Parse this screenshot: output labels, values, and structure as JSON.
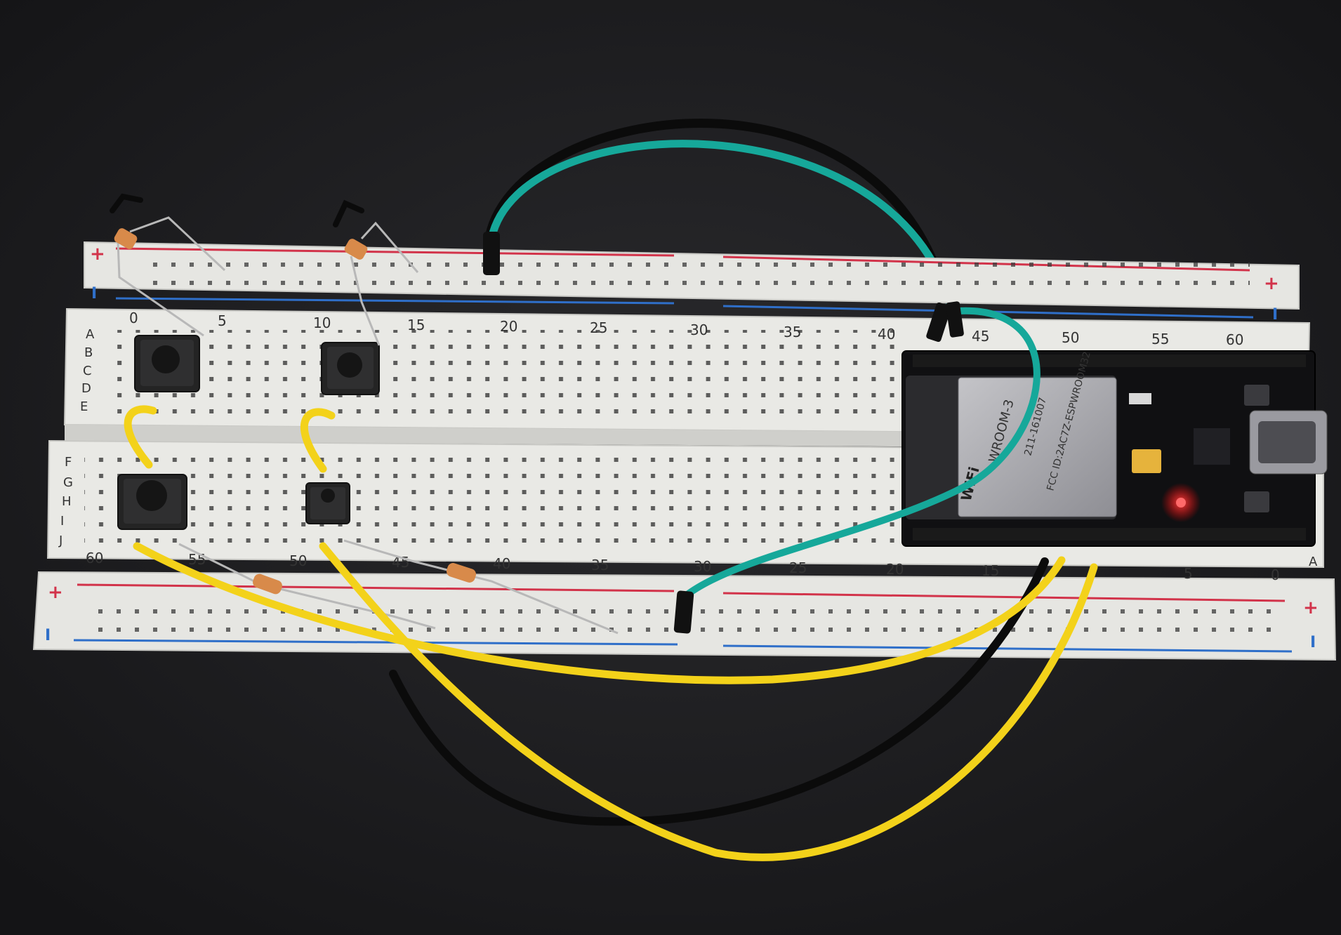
{
  "photo": {
    "background_color": "#1c1c1e",
    "board_color": "#e6e6e2",
    "wire_colors": {
      "yellow": "#f3d21a",
      "teal": "#16a89a",
      "black": "#0b0b0b"
    },
    "rail_colors": {
      "positive": "#d2334a",
      "negative": "#2f6fc9"
    }
  },
  "breadboard": {
    "top_rail": {
      "plus": "+",
      "minus": "I"
    },
    "bottom_rail": {
      "plus": "+",
      "minus": "I"
    },
    "top_numbers": [
      "0",
      "5",
      "10",
      "15",
      "20",
      "25",
      "30",
      "35",
      "40",
      "45",
      "50",
      "55",
      "60"
    ],
    "top_rows": [
      "A",
      "B",
      "C",
      "D",
      "E"
    ],
    "bottom_rows": [
      "F",
      "G",
      "H",
      "I",
      "J"
    ],
    "bottom_numbers": [
      "60",
      "55",
      "50",
      "45",
      "40",
      "35",
      "30",
      "25",
      "20",
      "15",
      "5",
      "0"
    ],
    "bottom_right_letter": "A"
  },
  "module": {
    "name": "ESP32 dev board",
    "shield_text": "WROOM-3",
    "fcc_text": "FCC ID:2AC7Z-ESPWROOM32",
    "model_text": "211-161007",
    "wifi_text": "WiFi",
    "led_color": "#ff2a2a"
  }
}
